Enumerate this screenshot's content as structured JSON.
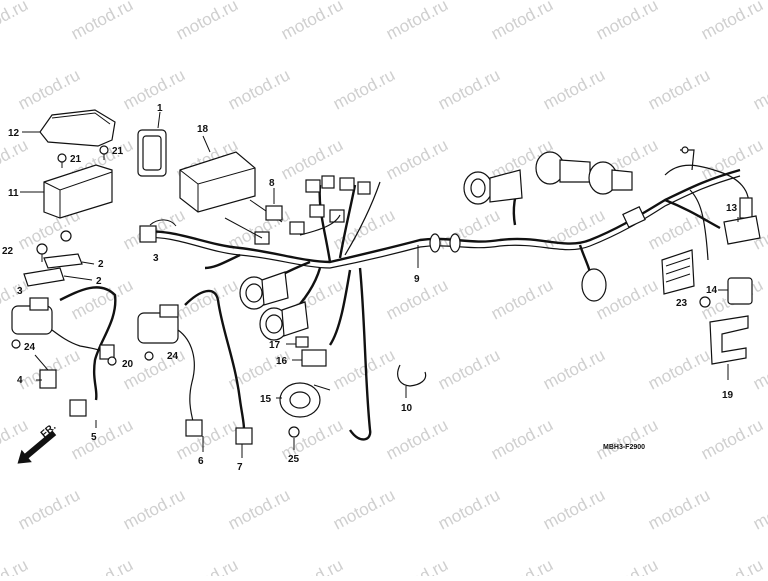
{
  "diagram": {
    "code": "MBH3-F2900",
    "front_marker": "FR.",
    "watermark": "motod.ru",
    "labels": {
      "p1": "1",
      "p2a": "2",
      "p2b": "2",
      "p3a": "3",
      "p3b": "3",
      "p4": "4",
      "p5": "5",
      "p6": "6",
      "p7": "7",
      "p8": "8",
      "p9": "9",
      "p10": "10",
      "p11": "11",
      "p12": "12",
      "p13": "13",
      "p14": "14",
      "p15": "15",
      "p16": "16",
      "p17": "17",
      "p18": "18",
      "p19": "19",
      "p20": "20",
      "p21a": "21",
      "p21b": "21",
      "p22": "22",
      "p23": "23",
      "p24a": "24",
      "p24b": "24",
      "p25": "25"
    }
  }
}
